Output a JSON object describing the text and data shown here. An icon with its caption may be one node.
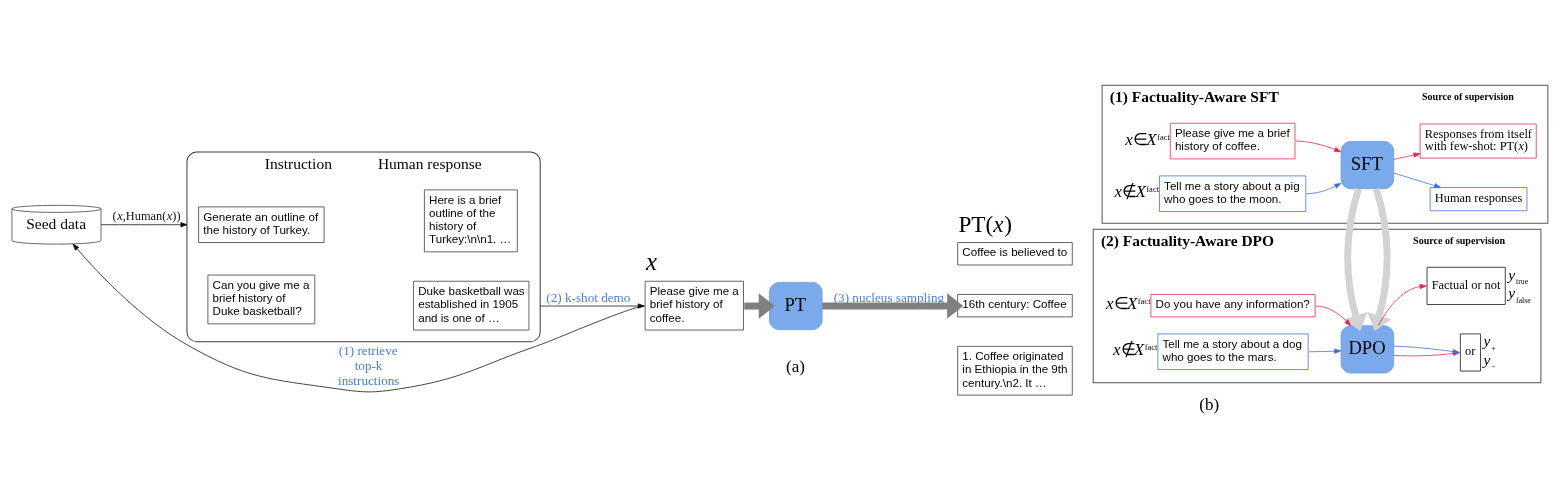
{
  "diagram": {
    "nodes": [
      {
        "text": [
          "Seed data"
        ]
      },
      {
        "text": [
          "Instruction",
          "Human response"
        ]
      },
      {
        "text": [
          "Generate an outline of the history of Turkey."
        ],
        "in": 1
      },
      {
        "text": [
          "Here is a brief outline of the history of Turkey:\\n\\n1. …"
        ],
        "in": 1
      },
      {
        "text": [
          "Can you give me a brief history of Duke basketball?"
        ],
        "in": 1
      },
      {
        "text": [
          "Duke basketball was established in 1905 and is one of …"
        ],
        "in": 1
      },
      {
        "text": [
          "Please give me a brief history of coffee."
        ],
        "beside": [
          "x"
        ]
      },
      {
        "text": [
          "PT"
        ]
      },
      {
        "text": [
          "Coffee is believed to"
        ],
        "beside": [
          "PT(*x*)"
        ]
      },
      {
        "text": [
          "16th century: Coffee"
        ]
      },
      {
        "text": [
          "1. Coffee originated in Ethiopia in the 9th century.\\n2. It …"
        ]
      },
      {
        "text": [
          "(1) Factuality-Aware SFT",
          "Source of supervision"
        ]
      },
      {
        "text": [
          "Please give me a brief history of coffee."
        ],
        "in": 11,
        "beside": [
          "*x*∈*X*$^{fact}$"
        ]
      },
      {
        "text": [
          "Tell me a story about a pig who goes to the moon."
        ],
        "in": 11,
        "beside": [
          "*x*∉*X*$^{fact}$"
        ]
      },
      {
        "text": [
          "SFT"
        ],
        "in": 11
      },
      {
        "text": [
          "Responses from itself with few-shot: PT(*x*)"
        ],
        "in": 11
      },
      {
        "text": [
          "Human responses"
        ],
        "in": 11
      },
      {
        "text": [
          "(2) Factuality-Aware DPO",
          "Source of supervision"
        ]
      },
      {
        "text": [
          "Do you have any information?"
        ],
        "in": 17,
        "beside": [
          "*x*∈*X*$^{fact}$"
        ]
      },
      {
        "text": [
          "Tell me a story about a dog who goes to the mars."
        ],
        "in": 17,
        "beside": [
          "*x*∉*X*$^{fact}$"
        ]
      },
      {
        "text": [
          "DPO"
        ],
        "in": 17
      },
      {
        "text": [
          "Factual or not"
        ],
        "in": 17,
        "beside": [
          "*y*$_{true}$",
          "*y*$_{false}$"
        ]
      },
      {
        "text": [
          "or"
        ],
        "in": 17,
        "beside": [
          "*y*$_{+}$",
          "*y*$_{−}$"
        ]
      }
    ],
    "edges": [
      {
        "from": 0,
        "to": 1,
        "arrow": "to",
        "label": "(*x*,Human(*x*))",
        "color": "#111111"
      },
      {
        "from": 6,
        "to": 0,
        "arrow": "to",
        "label": "(1) retrieve top-k instructions",
        "color": "#111111"
      },
      {
        "from": 1,
        "to": 6,
        "arrow": "to",
        "label": "(2) k-shot demo",
        "color": "#111111"
      },
      {
        "from": 6,
        "to": 7,
        "arrow": "to",
        "style": "thick",
        "color": "#808080"
      },
      {
        "from": 7,
        "to": 9,
        "arrow": "to",
        "style": "thick",
        "color": "#808080",
        "label": "(3) nucleus sampling"
      },
      {
        "from": 12,
        "to": 14,
        "arrow": "to",
        "color": "#e3264f"
      },
      {
        "from": 13,
        "to": 14,
        "arrow": "to",
        "color": "#3b6fd4"
      },
      {
        "from": 14,
        "to": 15,
        "arrow": "to",
        "color": "#e3264f"
      },
      {
        "from": 14,
        "to": 16,
        "arrow": "to",
        "color": "#3b6fd4"
      },
      {
        "from": 14,
        "to": 20,
        "arrow": "to",
        "style": "thick",
        "color": "#d3d3d3"
      },
      {
        "from": 18,
        "to": 20,
        "arrow": "to",
        "color": "#e3264f"
      },
      {
        "from": 19,
        "to": 20,
        "arrow": "to",
        "color": "#3b6fd4"
      },
      {
        "from": 20,
        "to": 21,
        "arrow": "to",
        "color": "#e3264f"
      },
      {
        "from": 20,
        "to": 22,
        "arrow": "to",
        "color": "#e3264f"
      },
      {
        "from": 20,
        "to": 22,
        "arrow": "to",
        "color": "#3b6fd4"
      }
    ],
    "labels": [
      "(a)",
      "(b)"
    ]
  }
}
